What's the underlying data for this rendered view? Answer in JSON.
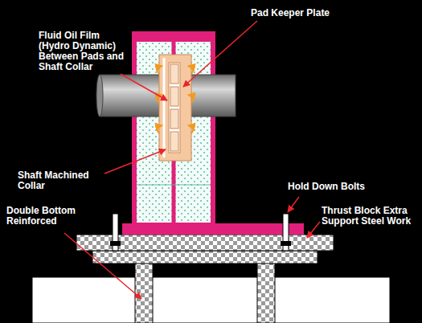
{
  "diagram": {
    "labels": [
      "Pad Keeper Plate",
      "Fluid Oil Film (Hydro Dynamic) Between Pads and Shaft Collar",
      "Shaft Machined Collar",
      "Hold Down Bolts",
      "Thrust Block Extra Support Steel Work",
      "Double Bottom Reinforced"
    ]
  }
}
